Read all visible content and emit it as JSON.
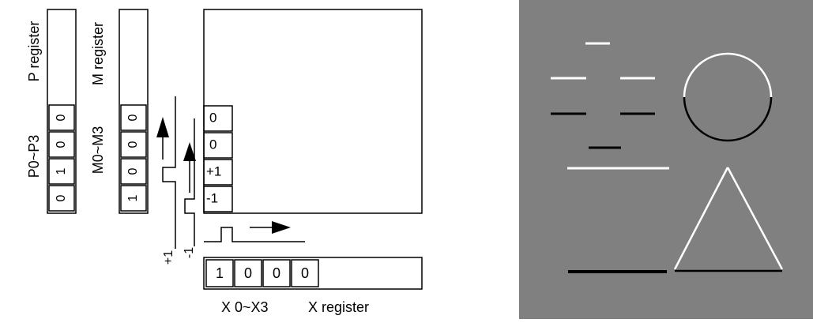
{
  "p_register": {
    "title": "P register",
    "range_label": "P0~P3",
    "cells": [
      "0",
      "0",
      "1",
      "0"
    ]
  },
  "m_register": {
    "title": "M register",
    "range_label": "M0~M3",
    "cells": [
      "0",
      "0",
      "0",
      "1"
    ]
  },
  "column_values": [
    "0",
    "0",
    "+1",
    "-1"
  ],
  "pulse_labels": {
    "plus_one": "+1",
    "minus_one": "-1"
  },
  "x_register": {
    "title": "X register",
    "range_label": "X 0~X3",
    "cells": [
      "1",
      "0",
      "0",
      "0"
    ]
  },
  "colors": {
    "ink": "#000000",
    "panel_background": "#808080",
    "edge_light": "#ffffff",
    "edge_dark": "#000000"
  }
}
